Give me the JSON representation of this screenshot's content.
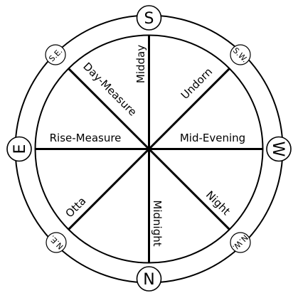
{
  "cardinals": {
    "south": "S",
    "west": "W",
    "north": "N",
    "east": "E"
  },
  "ordinals": {
    "south_east": "S.E.",
    "south_west": "S.W.",
    "north_west": "N.W.",
    "north_east": "N.E."
  },
  "divisions": {
    "midday": "Midday",
    "undorn": "Undorn",
    "mid_evening": "Mid-Evening",
    "night": "Night",
    "midnight": "Midnight",
    "otta": "Otta",
    "rise_measure": "Rise-Measure",
    "day_measure": "Day-Measure"
  }
}
